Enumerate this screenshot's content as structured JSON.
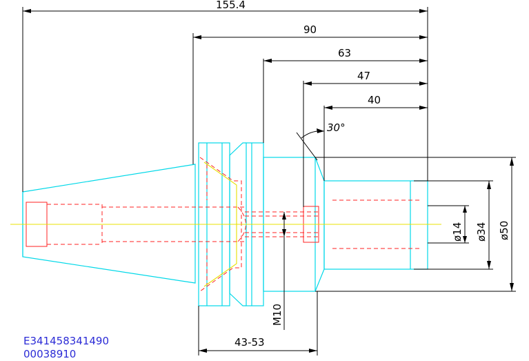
{
  "dimensions": {
    "overall_length": "155.4",
    "len_90": "90",
    "len_63": "63",
    "len_47": "47",
    "len_40": "40",
    "angle": "30°",
    "dia_14": "ø14",
    "dia_34": "ø34",
    "dia_50": "ø50",
    "thread": "M10",
    "range": "43-53"
  },
  "codes": {
    "line1": "E341458341490",
    "line2": "00038910"
  },
  "colors": {
    "body": "#00d8e8",
    "hidden": "#ff2020",
    "center": "#e8e000",
    "dimension": "#000000",
    "code": "#2b2bd6"
  }
}
